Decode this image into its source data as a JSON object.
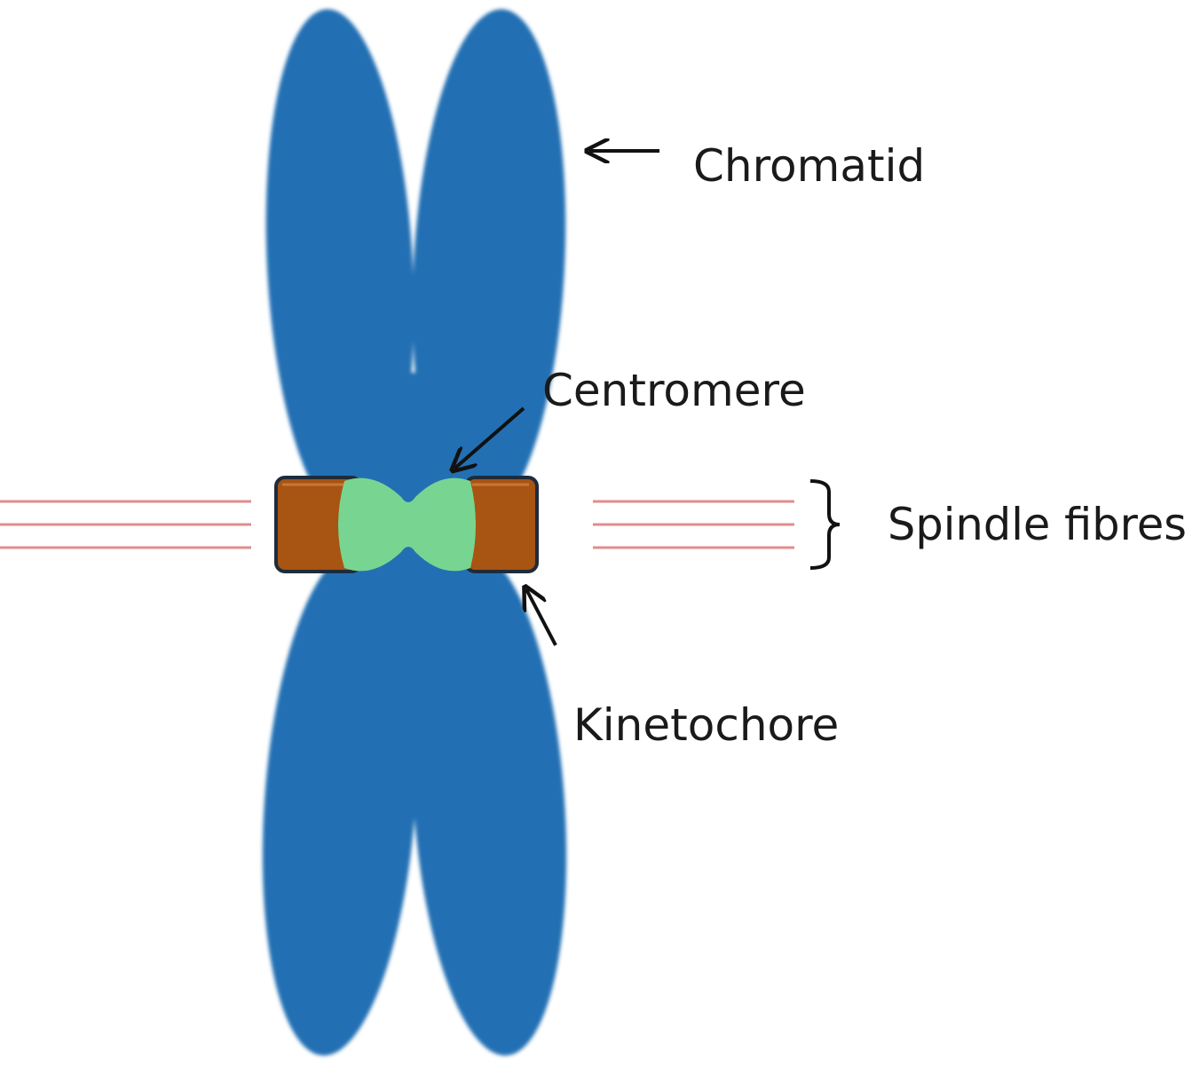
{
  "labels": {
    "chromatid": "Chromatid",
    "centromere": "Centromere",
    "spindle_fibres": "Spindle fibres",
    "kinetochore": "Kinetochore"
  },
  "colors": {
    "chromatid": "#2470b3",
    "centromere": "#78d591",
    "kinetochore": "#a85413",
    "kinetochore_outline": "#1f2b3a",
    "spindle_fibre": "#e28c8c",
    "pointer": "#111111"
  }
}
